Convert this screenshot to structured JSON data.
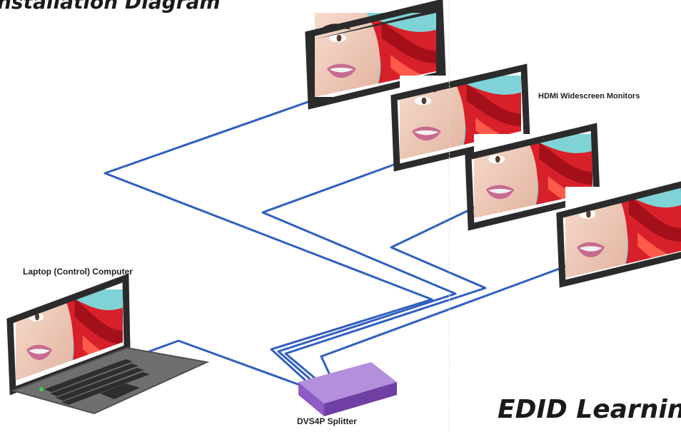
{
  "diagram": {
    "title_top": "nstallation Diagram",
    "title_bottom": "EDID Learning",
    "labels": {
      "monitors": "HDMI Widescreen Monitors",
      "laptop": "Laptop (Control) Computer",
      "splitter": "DVS4P Splitter"
    },
    "colors": {
      "cable": "#2f5fc0",
      "screen_bezel": "#2b2b2b",
      "splitter_top": "#b48fdc",
      "splitter_front": "#8e5cc4",
      "splitter_side": "#6f3fa3",
      "hair": "#d8202a",
      "screen_bg": "#7fd3d6",
      "laptop_body": "#6f6f6f",
      "indicator_led": "#37d34a"
    },
    "icons": {
      "monitor": "widescreen-monitor-icon",
      "laptop": "laptop-icon",
      "splitter": "splitter-box-icon"
    }
  }
}
